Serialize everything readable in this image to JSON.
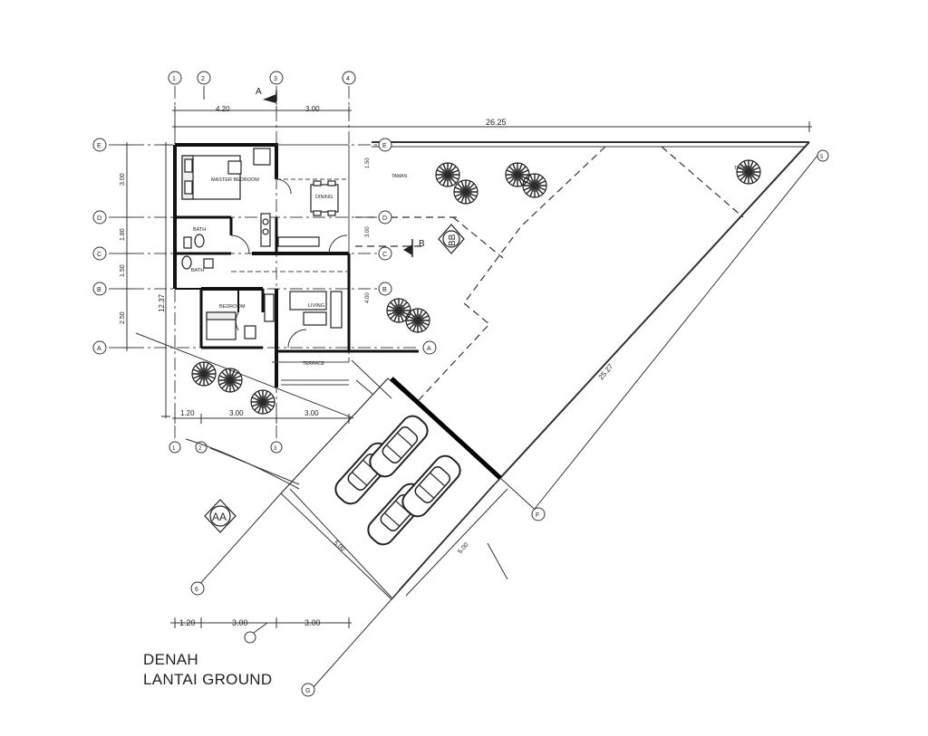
{
  "title": {
    "line1": "DENAH",
    "line2": "LANTAI GROUND"
  },
  "grid_bubbles": {
    "top": [
      "1",
      "2",
      "3",
      "4"
    ],
    "left": [
      "E",
      "D",
      "C",
      "B",
      "A"
    ],
    "right": [
      "E",
      "D",
      "C",
      "B",
      "A"
    ],
    "bottom": [
      "1",
      "2",
      "3"
    ],
    "diagonal": [
      "5",
      "F",
      "6",
      "G"
    ]
  },
  "section_markers": {
    "aa": "AA",
    "bb": "BB",
    "a": "A",
    "b": "B"
  },
  "dimensions": {
    "top": [
      "4.20",
      "3.00"
    ],
    "overall_top": "26.25",
    "left": [
      "3.00",
      "1.80",
      "1.50",
      "2.50"
    ],
    "left_total": "12.37",
    "mid": [
      "3.00",
      "3.00"
    ],
    "bottom_row": [
      "1.20",
      "3.00",
      "3.00"
    ],
    "bottom_scale": [
      "1.20",
      "3.00",
      "3.00"
    ],
    "diagonal_long": "25.27",
    "carport_a": "5.00",
    "carport_b": "5.00",
    "right_side": [
      "1.50",
      "3.00",
      "4.00"
    ]
  },
  "room_labels": {
    "master_bedroom": "MASTER BEDROOM",
    "dining": "DINING",
    "bath_1": "BATH",
    "bath_2": "BATH",
    "bedroom": "BEDROOM",
    "living": "LIVING",
    "terrace": "TERRACE",
    "garden_1": "TAMAN",
    "garden_2": "TAMAN"
  }
}
